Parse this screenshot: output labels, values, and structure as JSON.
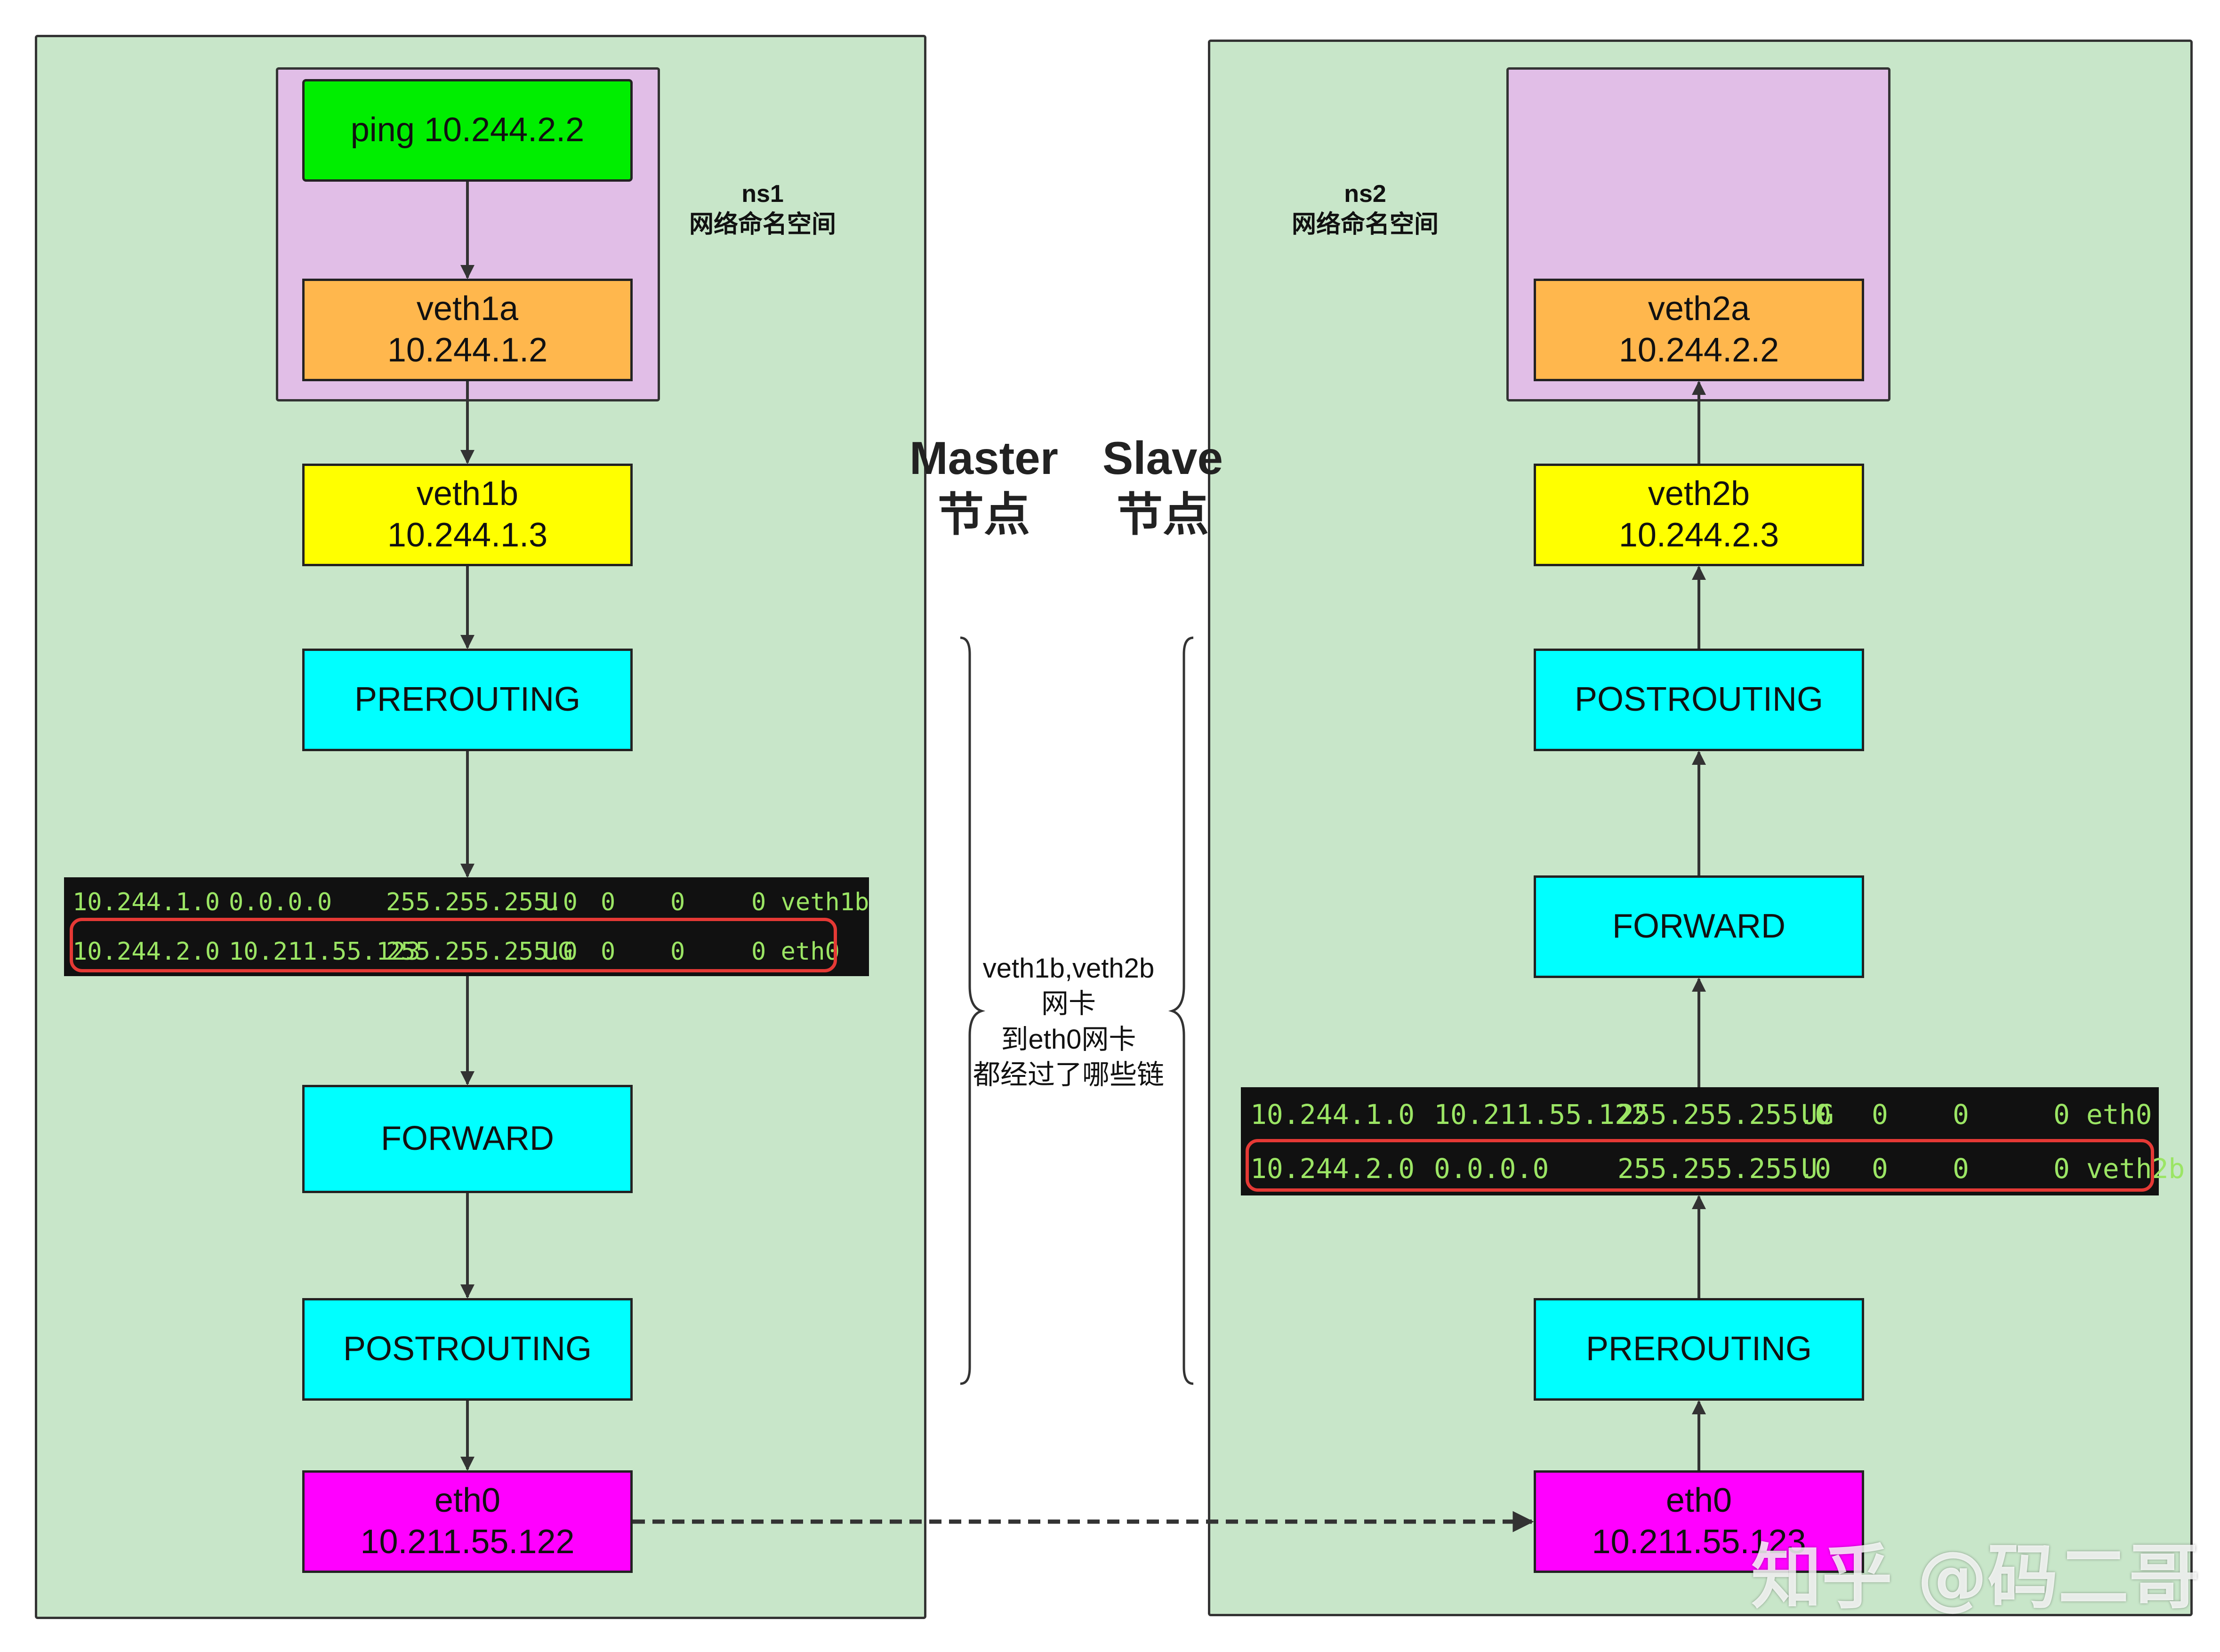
{
  "master": {
    "ping_label": "ping 10.244.2.2",
    "ns_label": "ns1\n网络命名空间",
    "veth1a": "veth1a\n10.244.1.2",
    "veth1b": "veth1b\n10.244.1.3",
    "prerouting": "PREROUTING",
    "forward": "FORWARD",
    "postrouting": "POSTROUTING",
    "eth0": "eth0\n10.211.55.122",
    "route_rows": [
      [
        "10.244.1.0",
        "0.0.0.0",
        "255.255.255.0",
        "U",
        "0",
        "0",
        "0 veth1b"
      ],
      [
        "10.244.2.0",
        "10.211.55.123",
        "255.255.255.0",
        "UG",
        "0",
        "0",
        "0 eth0"
      ]
    ]
  },
  "slave": {
    "ns_label": "ns2\n网络命名空间",
    "veth2a": "veth2a\n10.244.2.2",
    "veth2b": "veth2b\n10.244.2.3",
    "postrouting": "POSTROUTING",
    "forward": "FORWARD",
    "prerouting": "PREROUTING",
    "eth0": "eth0\n10.211.55.123",
    "route_rows": [
      [
        "10.244.1.0",
        "10.211.55.122",
        "255.255.255.0",
        "UG",
        "0",
        "0",
        "0 eth0"
      ],
      [
        "10.244.2.0",
        "0.0.0.0",
        "255.255.255.0",
        "U",
        "0",
        "0",
        "0 veth2b"
      ]
    ]
  },
  "titles": {
    "master": "Master\n节点",
    "slave": "Slave\n节点"
  },
  "brace_note": "veth1b,veth2b\n网卡\n到eth0网卡\n都经过了哪些链",
  "watermark": "知乎 @码二哥",
  "colors": {
    "panel": "#c8e6c9",
    "namespace": "#e1bee7",
    "ping": "#00ee00",
    "veth_a": "#ffb74d",
    "veth_b": "#ffff00",
    "chain": "#00ffff",
    "eth0": "#ff00ff",
    "route_text": "#9be564",
    "route_highlight": "#e53935"
  }
}
